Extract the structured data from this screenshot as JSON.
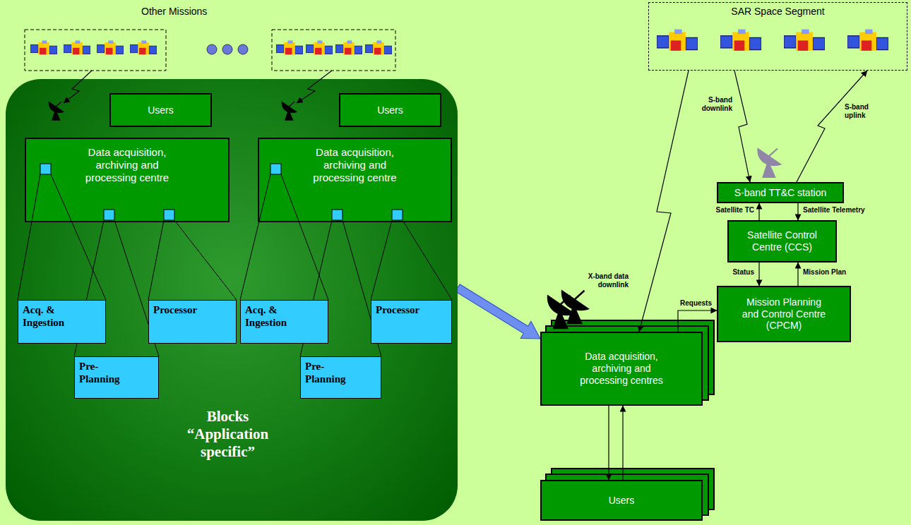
{
  "diagram": {
    "nodes": [
      {
        "text": [
          "Blocks “Application specific”"
        ]
      },
      {
        "text": [
          "Users"
        ],
        "in": 0
      },
      {
        "text": [
          "Data acquisition, archiving and processing centre"
        ],
        "in": 0
      },
      {
        "text": [
          "Users"
        ],
        "in": 0
      },
      {
        "text": [
          "Data acquisition, archiving and processing centre"
        ],
        "in": 0
      },
      {
        "text": [
          "Acq. & Ingestion"
        ],
        "in": 0
      },
      {
        "text": [
          "Pre-Planning"
        ],
        "in": 0
      },
      {
        "text": [
          "Processor"
        ],
        "in": 0
      },
      {
        "text": [
          "Acq. & Ingestion"
        ],
        "in": 0
      },
      {
        "text": [
          "Pre-Planning"
        ],
        "in": 0
      },
      {
        "text": [
          "Processor"
        ],
        "in": 0
      },
      {
        "text": [
          "SAR Space Segment"
        ]
      },
      {
        "text": [
          "S-band TT&C station"
        ]
      },
      {
        "text": [
          "Satellite Control Centre (CCS)"
        ]
      },
      {
        "text": [
          "Mission Planning and Control Centre (CPCM)"
        ]
      },
      {
        "text": [
          "Data acquisition, archiving and processing centres"
        ]
      },
      {
        "text": [
          "Users"
        ]
      }
    ],
    "edges": [
      {
        "from": 11,
        "to": 12,
        "label": "S-band downlink",
        "arrow": "to"
      },
      {
        "from": 12,
        "to": 11,
        "label": "S-band uplink",
        "arrow": "to"
      },
      {
        "from": 11,
        "to": 15,
        "label": "X-band data downlink",
        "arrow": "to"
      },
      {
        "from": 13,
        "to": 12,
        "label": "Satellite TC",
        "arrow": "to"
      },
      {
        "from": 12,
        "to": 13,
        "label": "Satellite Telemetry",
        "arrow": "to"
      },
      {
        "from": 13,
        "to": 14,
        "label": "Status",
        "arrow": "to"
      },
      {
        "from": 14,
        "to": 13,
        "label": "Mission Plan",
        "arrow": "to"
      },
      {
        "from": 15,
        "to": 14,
        "label": "Requests",
        "arrow": "to"
      },
      {
        "from": 15,
        "to": 16,
        "arrow": "to"
      },
      {
        "from": 16,
        "to": 15,
        "arrow": "to"
      },
      {
        "from": 0,
        "to": 15,
        "arrow": "to"
      }
    ],
    "labels": [
      "Other Missions"
    ]
  }
}
